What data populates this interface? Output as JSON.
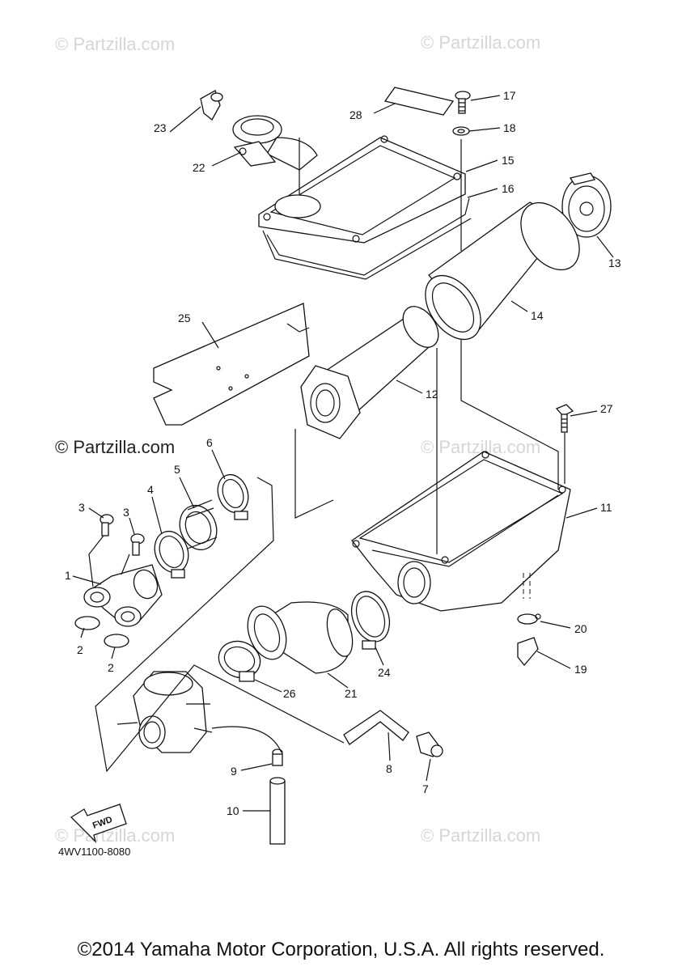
{
  "watermark": "© Partzilla.com",
  "diagram_code": "4WV1100-8080",
  "fwd_label": "FWD",
  "copyright": "©2014 Yamaha Motor Corporation, U.S.A. All rights reserved.",
  "callouts": {
    "c1": "1",
    "c2a": "2",
    "c2b": "2",
    "c3a": "3",
    "c3b": "3",
    "c4": "4",
    "c5": "5",
    "c6": "6",
    "c7": "7",
    "c8": "8",
    "c9": "9",
    "c10": "10",
    "c11": "11",
    "c12": "12",
    "c13": "13",
    "c14": "14",
    "c15": "15",
    "c16": "16",
    "c17": "17",
    "c18": "18",
    "c19": "19",
    "c20": "20",
    "c21": "21",
    "c22": "22",
    "c23": "23",
    "c24": "24",
    "c25": "25",
    "c26": "26",
    "c27": "27",
    "c28": "28"
  }
}
